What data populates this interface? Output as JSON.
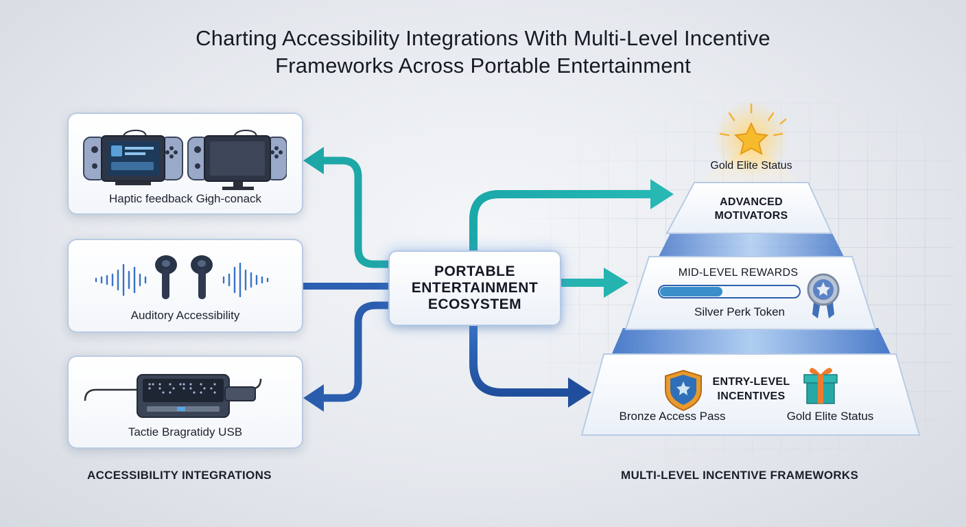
{
  "title": {
    "line1": "Charting Accessibility Integrations With Multi-Level Incentive",
    "line2": "Frameworks Across Portable Entertainment"
  },
  "left_panel": {
    "heading": "ACCESSIBILITY INTEGRATIONS",
    "cards": [
      {
        "label": "Haptic feedback Gɨgh-conack",
        "icon": "handheld-console-icon"
      },
      {
        "label": "Auditory Accessibility",
        "icon": "earbuds-icon"
      },
      {
        "label": "Tactie Bragratidy USB",
        "icon": "braille-display-icon"
      }
    ]
  },
  "hub": {
    "line1": "PORTABLE",
    "line2": "ENTERTAINMENT",
    "line3": "ECOSYSTEM"
  },
  "right_panel": {
    "heading": "MULTI-LEVEL INCENTIVE FRAMEWORKS",
    "top": {
      "label": "Gold Elite Status",
      "icon": "gold-star-icon"
    },
    "advanced": {
      "line1": "ADVANCED",
      "line2": "MOTIVATORS"
    },
    "mid": {
      "title": "MID-LEVEL REWARDS",
      "token": "Silver Perk Token",
      "progress": 0.45,
      "icon": "silver-medal-icon"
    },
    "entry": {
      "line1": "ENTRY-LEVEL",
      "line2": "INCENTIVES",
      "left_item": "Bronze Access Pass",
      "right_item": "Gold Elite Status",
      "icons": [
        "bronze-badge-icon",
        "gift-box-icon"
      ]
    }
  },
  "colors": {
    "teal": "#1fa9ad",
    "blue": "#2a5fb0",
    "gold": "#f3b52a"
  }
}
